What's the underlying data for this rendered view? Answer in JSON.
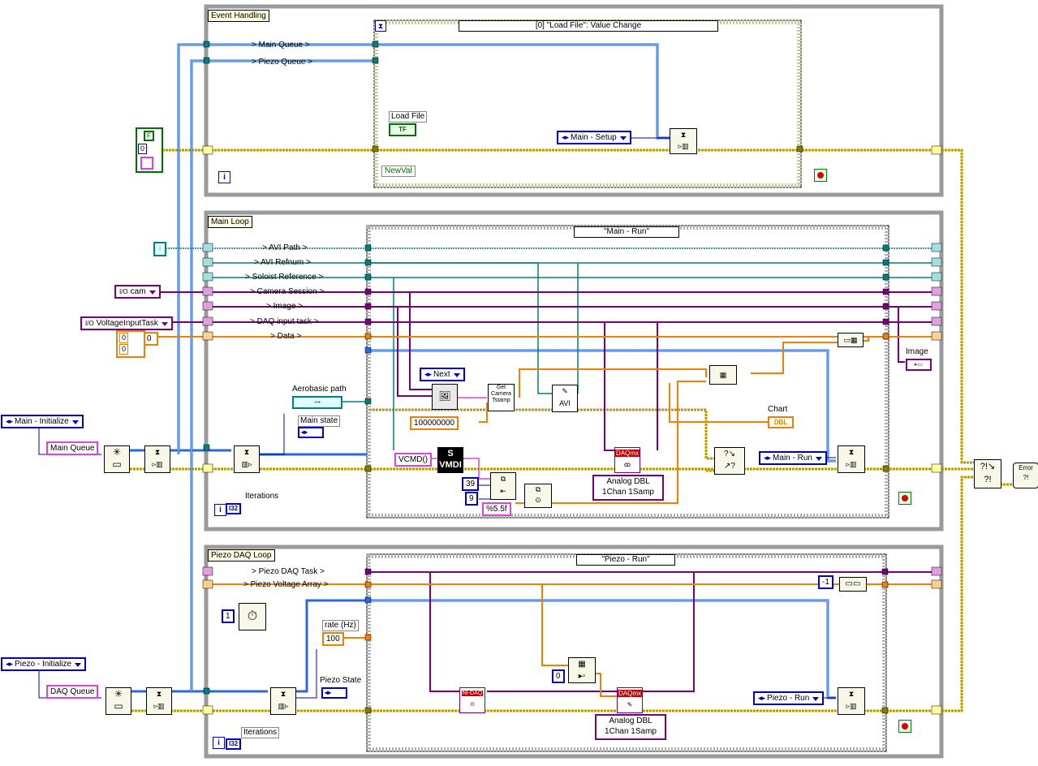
{
  "loops": {
    "event": {
      "label": "Event Handling",
      "case": "[0] \"Load File\": Value Change"
    },
    "main": {
      "label": "Main Loop",
      "case": "\"Main - Run\""
    },
    "piezo": {
      "label": "Piezo DAQ Loop",
      "case": "\"Piezo - Run\""
    }
  },
  "queues": {
    "main": "> Main Queue >",
    "piezo": "> Piezo Queue >"
  },
  "main_wires": [
    "> AVI Path >",
    "> AVI Refnum >",
    "> Soloist Reference >",
    "> Camera Session >",
    "> Image >",
    "> DAQ input task >",
    "> Data >"
  ],
  "piezo_wires": [
    "> Piezo DAQ Task >",
    "> Piezo Voltage Array >"
  ],
  "controls": {
    "load_file": "Load File",
    "new_val": "NewVal",
    "main_setup": "Main - Setup",
    "main_initialize": "Main - Initialize",
    "main_queue": "Main Queue",
    "piezo_initialize": "Piezo - Initialize",
    "daq_queue": "DAQ Queue",
    "cam": "cam",
    "voltage_task": "VoltageInputTask",
    "zero_a": "0",
    "zero_b": "0",
    "zero_c": "0",
    "zero_d": "0",
    "aerobasic_path": "Aerobasic path",
    "main_state": "Main state",
    "iterations": "Iterations",
    "iterations2": "Iterations",
    "next": "Next",
    "timestamp_val": "100000000",
    "get_camera": "Get Camera Tstamp",
    "avi": "AVI",
    "image": "Image",
    "chart": "Chart",
    "dbl": "DBL",
    "vcmd": "VCMD()",
    "num_39": "39",
    "num_9": "9",
    "fmt": "%5.5f",
    "analog_dbl": "Analog DBL",
    "one_chan": "1Chan 1Samp",
    "analog_dbl2": "Analog DBL",
    "one_chan2": "1Chan 1Samp",
    "main_run": "Main - Run",
    "rate": "rate (Hz)",
    "rate_val": "100",
    "piezo_state": "Piezo State",
    "piezo_run": "Piezo - Run",
    "minus_one": "-1",
    "zero_e": "0",
    "i32": "I32",
    "i32b": "I32",
    "tf": "TF",
    "error": "Error",
    "daqmx": "DAQmx",
    "nidaq": "NI-DAQ",
    "one": "1",
    "i_label": "i"
  },
  "colors": {
    "teal": "#008080",
    "purple": "#7a007a",
    "orange": "#f08000",
    "blue": "#0000c8",
    "yellow": "#c8a800",
    "pink": "#e040e0"
  }
}
